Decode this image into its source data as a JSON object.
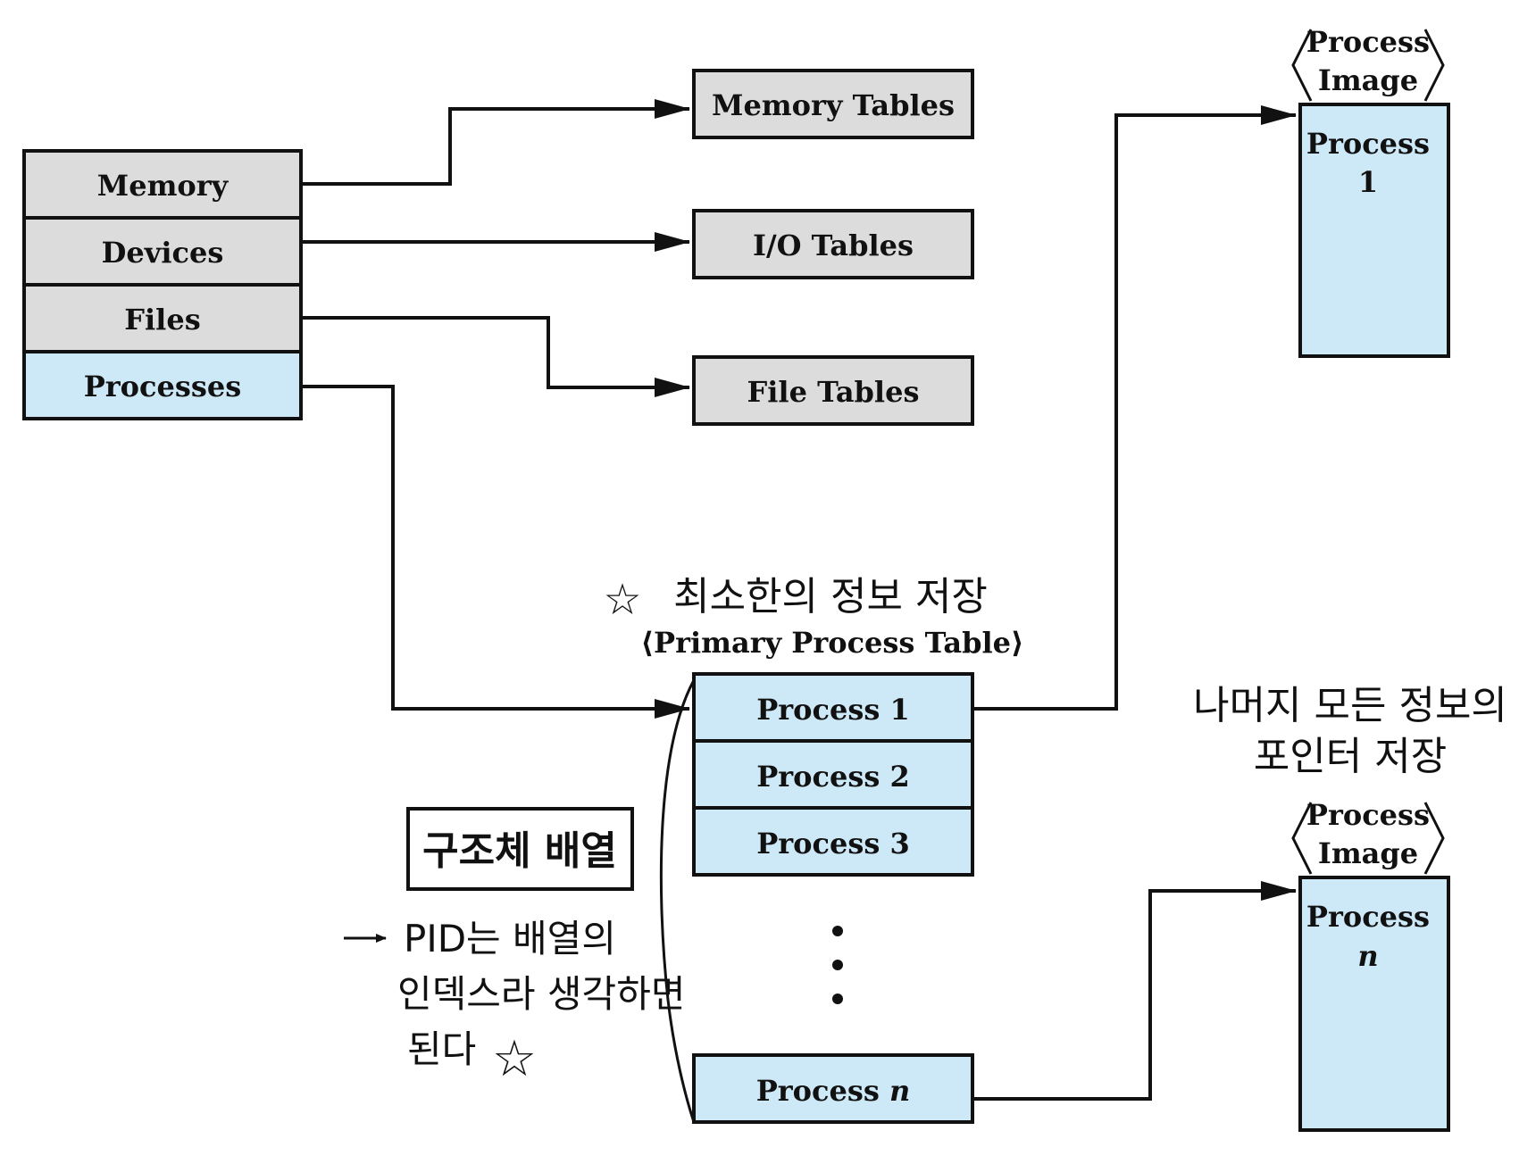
{
  "resources": {
    "memory": "Memory",
    "devices": "Devices",
    "files": "Files",
    "processes": "Processes"
  },
  "tables": {
    "memory": "Memory Tables",
    "io": "I/O Tables",
    "file": "File Tables"
  },
  "primary_table": {
    "title": "Primary Process Table",
    "rows": [
      "Process 1",
      "Process 2",
      "Process 3"
    ],
    "last_row_prefix": "Process ",
    "last_row_var": "n"
  },
  "process_images": {
    "header_line1": "Process",
    "header_line2": "Image",
    "img1_line1": "Process",
    "img1_line2": "1",
    "imgn_line1": "Process",
    "imgn_line2": "n"
  },
  "annotations": {
    "min_info": "최소한의 정보 저장",
    "pointer_line1": "나머지 모든 정보의",
    "pointer_line2": "포인터 저장",
    "struct_array": "구조체 배열",
    "pid_line1": "PID는 배열의",
    "pid_line2": "인덱스라 생각하면",
    "pid_line3": "된다"
  },
  "colors": {
    "gray_box": "#dcdcdc",
    "blue_box": "#cde8f6",
    "stroke": "#111111"
  }
}
